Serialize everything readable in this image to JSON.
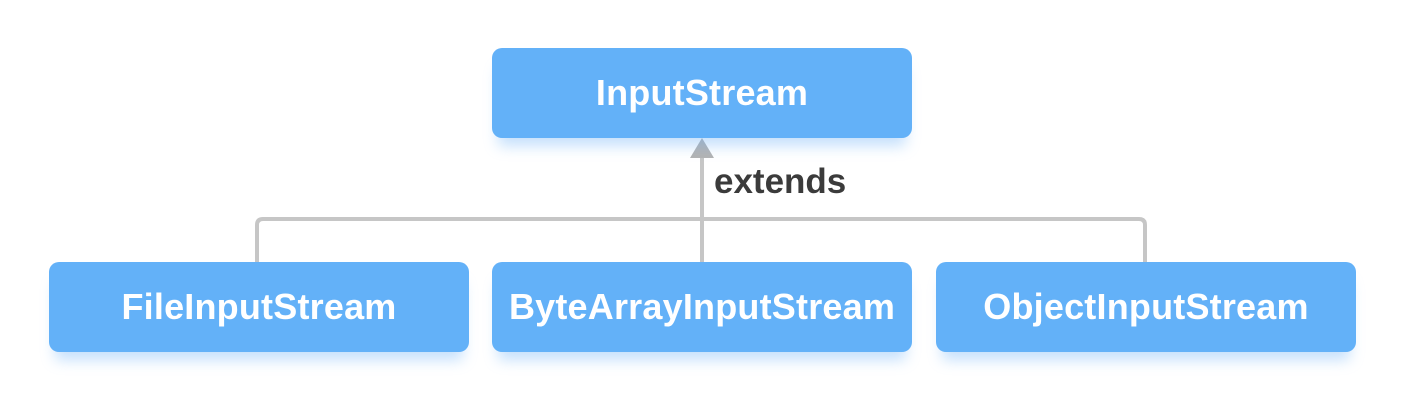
{
  "diagram": {
    "type": "class-hierarchy",
    "parent": {
      "label": "InputStream"
    },
    "edge_label": "extends",
    "children": [
      {
        "label": "FileInputStream"
      },
      {
        "label": "ByteArrayInputStream"
      },
      {
        "label": "ObjectInputStream"
      }
    ],
    "colors": {
      "background": "#ffffff",
      "node_fill": "#63b1f8",
      "node_text": "#ffffff",
      "node_shadow": "rgba(111,177,248,0.40)",
      "connector": "#c6c6c6",
      "arrowhead": "#b3b3b3",
      "edge_label_text": "#3b3b3b"
    }
  }
}
